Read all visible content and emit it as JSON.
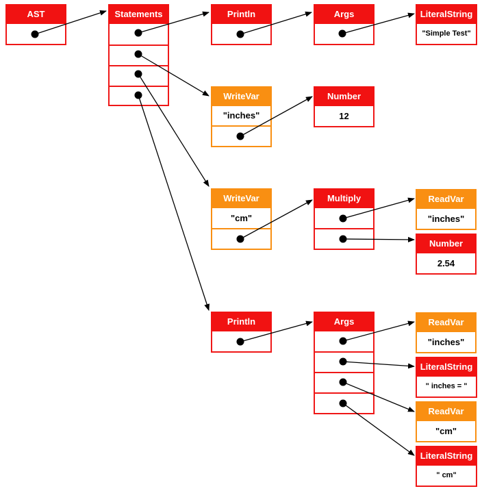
{
  "nodes": {
    "ast": {
      "title": "AST"
    },
    "statements": {
      "title": "Statements"
    },
    "println1": {
      "title": "Println"
    },
    "args1": {
      "title": "Args"
    },
    "lit_simple": {
      "title": "LiteralString",
      "value": "\"Simple Test\""
    },
    "writevar_inches": {
      "title": "WriteVar",
      "value": "\"inches\""
    },
    "number12": {
      "title": "Number",
      "value": "12"
    },
    "writevar_cm": {
      "title": "WriteVar",
      "value": "\"cm\""
    },
    "multiply": {
      "title": "Multiply"
    },
    "readvar_inches1": {
      "title": "ReadVar",
      "value": "\"inches\""
    },
    "number254": {
      "title": "Number",
      "value": "2.54"
    },
    "println2": {
      "title": "Println"
    },
    "args2": {
      "title": "Args"
    },
    "readvar_inches2": {
      "title": "ReadVar",
      "value": "\"inches\""
    },
    "lit_inches_eq": {
      "title": "LiteralString",
      "value": "\" inches = \""
    },
    "readvar_cm": {
      "title": "ReadVar",
      "value": "\"cm\""
    },
    "lit_cm": {
      "title": "LiteralString",
      "value": "\" cm\""
    }
  },
  "colors": {
    "call_node": "#f11212",
    "var_node": "#f98f12",
    "edge": "#000000"
  }
}
